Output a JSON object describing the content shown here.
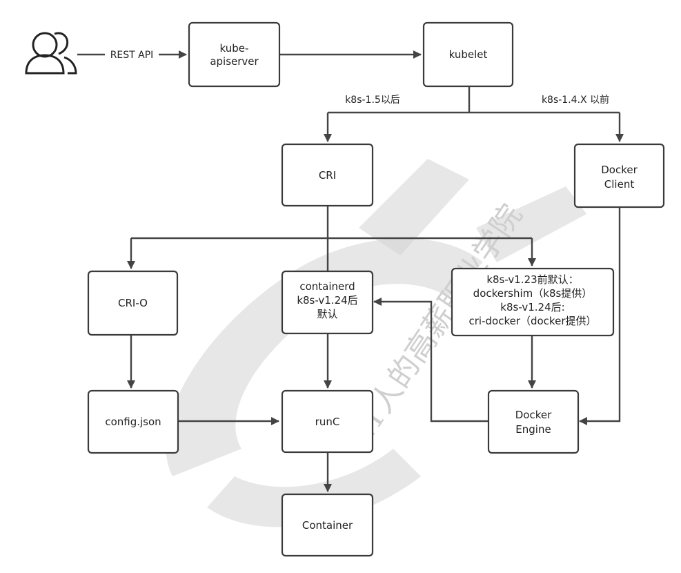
{
  "nodes": {
    "kube_apiserver": [
      "kube-",
      "apiserver"
    ],
    "kubelet": [
      "kubelet"
    ],
    "cri": [
      "CRI"
    ],
    "docker_client": [
      "Docker",
      "Client"
    ],
    "cri_o": [
      "CRI-O"
    ],
    "containerd": [
      "containerd",
      "k8s-v1.24后",
      "默认"
    ],
    "dockershim": [
      "k8s-v1.23前默认：",
      "dockershim（k8s提供）",
      "k8s-v1.24后:",
      "cri-docker（docker提供）"
    ],
    "config_json": [
      "config.json"
    ],
    "runc": [
      "runC"
    ],
    "docker_engine": [
      "Docker",
      "Engine"
    ],
    "container": [
      "Container"
    ]
  },
  "edges": {
    "rest_api": "REST API",
    "k8s_after_15": "k8s-1.5以后",
    "k8s_before_14": "k8s-1.4.X 以前"
  },
  "watermark": {
    "text": "IT人的高薪职业学院"
  },
  "colors": {
    "stroke": "#444444",
    "box_border": "#3a3a3a",
    "watermark": "#d3d3d3"
  }
}
